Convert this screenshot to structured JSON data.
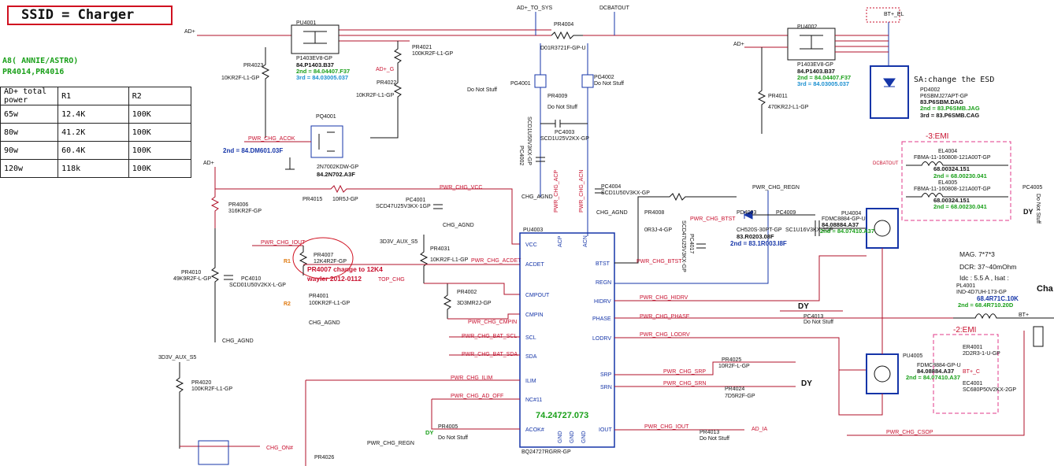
{
  "title": "SSID = Charger",
  "platform": {
    "name": "A8( ANNIE/ASTRO)",
    "parts": "PR4014,PR4016"
  },
  "power_table": {
    "headers": [
      "AD+ total power",
      "R1",
      "R2"
    ],
    "rows": [
      [
        "65w",
        "12.4K",
        "100K"
      ],
      [
        "80w",
        "41.2K",
        "100K"
      ],
      [
        "90w",
        "60.4K",
        "100K"
      ],
      [
        "120w",
        "118k",
        "100K"
      ]
    ]
  },
  "nets": {
    "ad_plus": "AD+",
    "ad_plus_to_sys": "AD+_TO_SYS",
    "dcbatout": "DCBATOUT",
    "bt_plus_el": "BT+_EL",
    "bt_plus": "BT+",
    "pwr_chg_acok": "PWR_CHG_ACOK",
    "pwr_chg_vcc": "PWR_CHG_VCC",
    "pwr_chg_iout": "PWR_CHG_IOUT",
    "pwr_chg_acdet": "PWR_CHG_ACDET",
    "pwr_chg_cmpin": "PWR_CHG_CMPIN",
    "pwr_chg_bat_scl": "PWR_CHG_BAT_SCL",
    "pwr_chg_bat_sda": "PWR_CHG_BAT_SDA",
    "pwr_chg_ilim": "PWR_CHG_ILIM",
    "pwr_chg_ad_off": "PWR_CHG_AD_OFF",
    "pwr_chg_btst": "PWR_CHG_BTST",
    "pwr_chg_hidrv": "PWR_CHG_HIDRV",
    "pwr_chg_phase": "PWR_CHG_PHASE",
    "pwr_chg_lodrv": "PWR_CHG_LODRV",
    "pwr_chg_srp": "PWR_CHG_SRP",
    "pwr_chg_srn": "PWR_CHG_SRN",
    "pwr_chg_regn": "PWR_CHG_REGN",
    "pwr_chg_csop": "PWR_CHG_CSOP",
    "pwr_chg_acp": "PWR_CHG_ACP",
    "pwr_chg_acn": "PWR_CHG_ACN",
    "chg_agnd": "CHG_AGND",
    "aux_3v3": "3D3V_AUX_S5",
    "chg_on": "CHG_ON#",
    "ad_ia": "AD_IA",
    "ad_g": "AD+_G",
    "top_chg": "TOP_CHG"
  },
  "components": {
    "pu4001": {
      "ref": "PU4001",
      "pn": "P1403EV8-GP",
      "main": "84.P1403.B37",
      "second": "2nd = 84.04407.F37",
      "third": "3rd = 84.03005.037"
    },
    "pu4002": {
      "ref": "PU4002",
      "pn": "P1403EV8-GP",
      "main": "84.P1403.B37",
      "second": "2nd = 84.04407.F37",
      "third": "3rd = 84.03005.037"
    },
    "pr4004": {
      "ref": "PR4004",
      "pn": "D01R3721F-GP-U"
    },
    "pr4021": {
      "ref": "PR4021",
      "pn": "100KR2F-L1-GP"
    },
    "pr4022": {
      "ref": "PR4022",
      "pn": "10KR2F-L1-GP"
    },
    "pr4023": {
      "ref": "PR4023",
      "pn": "10KR2F-L1-GP"
    },
    "pq4001": {
      "ref": "PQ4001",
      "pn": "2N7002KDW-GP",
      "main": "84.2N702.A3F",
      "second": "2nd = 84.DM601.03F"
    },
    "pg4001": {
      "ref": "PG4001"
    },
    "pg4002": {
      "ref": "PG4002",
      "pn": "Do Not Stuff"
    },
    "pr4009": {
      "ref": "PR4009",
      "pn": "Do Not Stuff"
    },
    "pc4003": {
      "ref": "PC4003",
      "pn": "SCD1U25V2KX-GP"
    },
    "pc4002": {
      "ref": "PC4002",
      "pn": "SCD1U50V3KX-GP"
    },
    "pc4004": {
      "ref": "PC4004",
      "pn": "SCD1U50V3KX-GP"
    },
    "pr4011": {
      "ref": "PR4011",
      "pn": "470KR2J-L1-GP"
    },
    "pd4002": {
      "ref": "PD4002",
      "pn": "P6SBMJ27APT-GP",
      "main": "83.P6SBM.DAG",
      "second": "2nd = 83.P6SMB.JAG",
      "third": "3rd = 83.P6SMB.CAG"
    },
    "el4004": {
      "ref": "EL4004",
      "pn": "FBMA-11-160808-121A00T-GP",
      "main": "68.00324.151",
      "second": "2nd = 68.00230.041"
    },
    "el4005": {
      "ref": "EL4005",
      "pn": "FBMA-11-160808-121A00T-GP",
      "main": "68.00324.151",
      "second": "2nd = 68.00230.041"
    },
    "pr4006": {
      "ref": "PR4006",
      "pn": "316KR2F-GP"
    },
    "pr4015": {
      "ref": "PR4015",
      "pn": "10R5J-GP"
    },
    "pc4001": {
      "ref": "PC4001",
      "pn": "SCD47U25V3KX-1GP"
    },
    "pr4007": {
      "ref": "PR4007",
      "pn": "12K4R2F-GP"
    },
    "pr4031": {
      "ref": "PR4031",
      "pn": "10KR2F-L1-GP"
    },
    "pr4010": {
      "ref": "PR4010",
      "pn": "49K9R2F-L-GP"
    },
    "pc4010": {
      "ref": "PC4010",
      "pn": "SCD01U50V2KX-L-GP"
    },
    "pr4001": {
      "ref": "PR4001",
      "pn": "100KR2F-L1-GP"
    },
    "pr4002": {
      "ref": "PR4002",
      "pn": "3D3MR2J-GP"
    },
    "pu4003": {
      "ref": "PU4003",
      "pn": "BQ24727RGRR-GP",
      "main": "74.24727.073"
    },
    "pr4008": {
      "ref": "PR4008",
      "pn": "0R3J-4-GP"
    },
    "pc4017": {
      "ref": "PC4017",
      "pn": "SCD47U25V3KX-GP"
    },
    "pd4003": {
      "ref": "PD4003",
      "pn": "CH520S-30PT-GP",
      "main": "83.R0203.08F",
      "second": "2nd = 83.1R003.I8F"
    },
    "pc4009": {
      "ref": "PC4009",
      "pn": "SC1U16V3KX-2GP"
    },
    "pu4004": {
      "ref": "PU4004",
      "pn": "FDMC8884-GP-U",
      "main": "84.08884.A37",
      "second": "2nd = 84.07410.A37"
    },
    "pu4005": {
      "ref": "PU4005",
      "pn": "FDMC8884-GP-U",
      "main": "84.08884.A37",
      "second": "2nd = 84.07410.A37"
    },
    "pc4005": {
      "ref": "PC4005",
      "pn": "Do Not Stuff"
    },
    "pl4001": {
      "ref": "PL4001",
      "pn": "IND-4D7UH-173-GP",
      "main": "68.4R71C.10K",
      "second": "2nd = 68.4R710.20D"
    },
    "pc4013": {
      "ref": "PC4013",
      "pn": "Do Not Stuff"
    },
    "pr4025": {
      "ref": "PR4025",
      "pn": "10R2F-L-GP"
    },
    "pr4024": {
      "ref": "PR4024",
      "pn": "7D5R2F-GP"
    },
    "er4001": {
      "ref": "ER4001",
      "pn": "2D2R3-1-U-GP"
    },
    "ec4001": {
      "ref": "EC4001",
      "pn": "SC680P50V2KX-2GP"
    },
    "pr4020": {
      "ref": "PR4020",
      "pn": "100KR2F-L1-GP"
    },
    "pr4005": {
      "ref": "PR4005",
      "pn": "Do Not Stuff"
    },
    "pr4013": {
      "ref": "PR4013",
      "pn": "Do Not Stuff"
    },
    "pr4026": {
      "ref": "PR4026"
    }
  },
  "pins": {
    "left": [
      "VCC",
      "ACDET",
      "CMPOUT",
      "CMPIN",
      "SCL",
      "SDA",
      "ILIM",
      "NC#11",
      "ACOK#"
    ],
    "right": [
      "BTST",
      "REGN",
      "HIDRV",
      "PHASE",
      "LODRV",
      "SRP",
      "SRN",
      "IOUT"
    ],
    "top": [
      "ACP",
      "ACN"
    ],
    "bottom": [
      "GND",
      "GND",
      "GND"
    ]
  },
  "annotations": {
    "pr4007_change": "PR4007 change to 12K4",
    "pr4007_author": "wayler  2012-0112",
    "r1": "R1",
    "r2": "R2",
    "emi3": "-3:EMI",
    "emi2": "-2:EMI",
    "sa_change": "SA:change the ESD",
    "do_not_stuff": "Do Not Stuff",
    "dy": "DY",
    "mag": "MAG. 7*7*3",
    "dcr": "DCR: 37~40mOhm",
    "idc": "Idc : 5.5 A , Isat :",
    "cha": "Cha",
    "bt_c": "BT+_C"
  }
}
